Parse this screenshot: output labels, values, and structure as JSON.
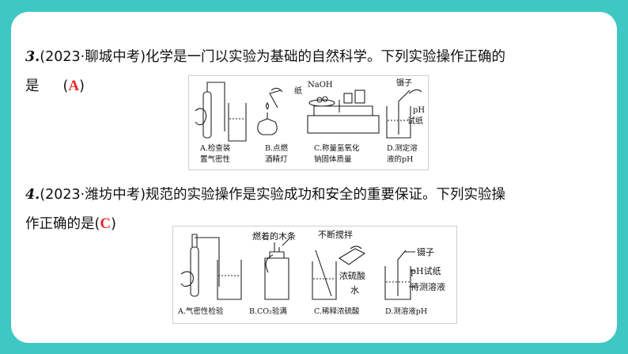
{
  "q3": {
    "number": "3.",
    "source": "(2023·聊城中考)",
    "stem_line1": "化学是一门以实验为基础的自然科学。下列实验操作正确的",
    "stem_line2": "是",
    "paren_open": "(",
    "answer": "A",
    "paren_close": ")",
    "figure": {
      "labels": {
        "paper": "纸",
        "naoh": "NaOH",
        "tweezers": "镊子",
        "ph": "pH",
        "test_paper": "试纸"
      },
      "captions": [
        {
          "line1": "A.检查装",
          "line2": "置气密性"
        },
        {
          "line1": "B.点燃",
          "line2": "酒精灯"
        },
        {
          "line1": "C.称量氢氧化",
          "line2": "钠固体质量"
        },
        {
          "line1": "D.测定溶",
          "line2": "液的pH"
        }
      ]
    }
  },
  "q4": {
    "number": "4.",
    "source": "(2023·潍坊中考)",
    "stem_line1": "规范的实验操作是实验成功和安全的重要保证。下列实验操",
    "stem_line2": "作正确的是",
    "paren_open": "(",
    "answer": "C",
    "paren_close": ")",
    "figure": {
      "labels": {
        "burning_stick": "燃着的木条",
        "stir": "不断搅拌",
        "conc_acid": "浓硫酸",
        "water": "水",
        "tweezers": "镊子",
        "ph_paper": "pH试纸",
        "solution": "待测溶液"
      },
      "captions": [
        "A.气密性检验",
        "B.CO₂验满",
        "C.稀释浓硫酸",
        "D.测溶液pH"
      ]
    }
  }
}
